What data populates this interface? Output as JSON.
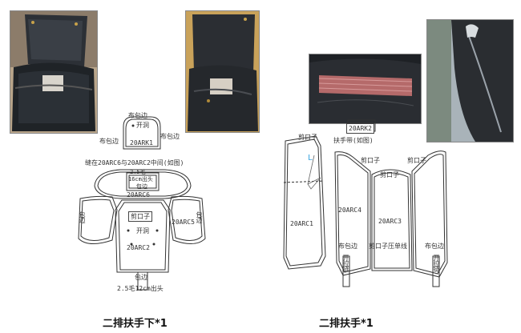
{
  "left": {
    "labels": {
      "bu_bao_bian_top": "布包边",
      "kai_dong_top": "开洞",
      "ark1": "20ARK1",
      "bu_bao_bian_l": "布包边",
      "bu_bao_bian_r": "布包边",
      "sew_note": "缝在20ARC6与20ARC2中间(如图)",
      "dim1": "2.5毛",
      "dim2": "16cm出头",
      "bao_bian_c": "包边",
      "arc6": "20ARC6",
      "bao_bian_l": "包边",
      "bao_bian_r": "包边",
      "arc5": "20ARC5",
      "jian_kou_zi": "剪口子",
      "kai_dong": "开洞",
      "arc2": "20ARC2",
      "bao_bian_bottom": "包边",
      "chu_tou": "2.5毛12cm出头"
    },
    "caption": "二排扶手下*1"
  },
  "right": {
    "labels": {
      "jian_kou_zi_a": "剪口子",
      "ark2": "20ARK2",
      "fu_shou_dai": "扶手带(如图)",
      "jian_kou_zi_b": "剪口子",
      "jian_kou_zi_c": "剪口子",
      "jian_kou_zi_d": "剪口子",
      "l_mark": "L",
      "arc1": "20ARC1",
      "arc4": "20ARC4",
      "arc3": "20ARC3",
      "ya_dan_xian": "剪口子压单线",
      "bu_bao_bian_a": "布包边",
      "bu_bao_bian_b": "布包边",
      "kai_la_lian_a": "开拉链",
      "kai_la_lian_b": "开拉链"
    },
    "caption": "二排扶手*1"
  }
}
